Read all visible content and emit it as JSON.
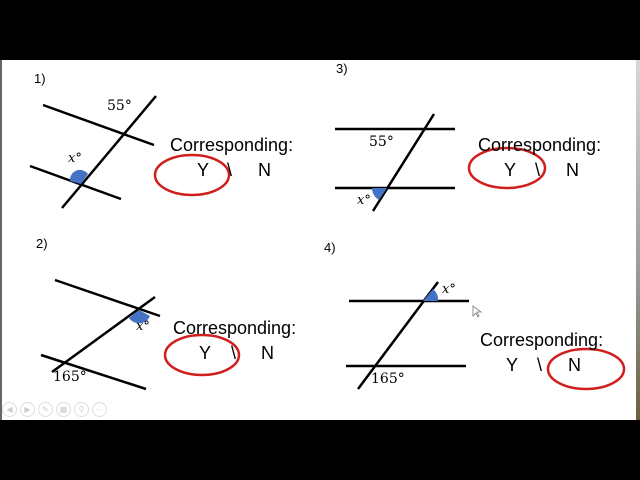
{
  "problems": [
    {
      "number": "1)",
      "angle_given": "55°",
      "angle_unknown": "x°",
      "prompt": "Corresponding:",
      "yes": "Y",
      "separator": "\\",
      "no": "N",
      "circled": "Y"
    },
    {
      "number": "2)",
      "angle_given": "165°",
      "angle_unknown": "x°",
      "prompt": "Corresponding:",
      "yes": "Y",
      "separator": "\\",
      "no": "N",
      "circled": "Y"
    },
    {
      "number": "3)",
      "angle_given": "55°",
      "angle_unknown": "x°",
      "prompt": "Corresponding:",
      "yes": "Y",
      "separator": "\\",
      "no": "N",
      "circled": "Y"
    },
    {
      "number": "4)",
      "angle_given": "165°",
      "angle_unknown": "x°",
      "prompt": "Corresponding:",
      "yes": "Y",
      "separator": "\\",
      "no": "N",
      "circled": "N"
    }
  ],
  "colors": {
    "circle": "#d01f1f",
    "angle_fill": "#4472c4",
    "line": "#000000"
  },
  "slideshow_controls": [
    "previous",
    "next",
    "pen",
    "slides",
    "zoom",
    "more"
  ]
}
